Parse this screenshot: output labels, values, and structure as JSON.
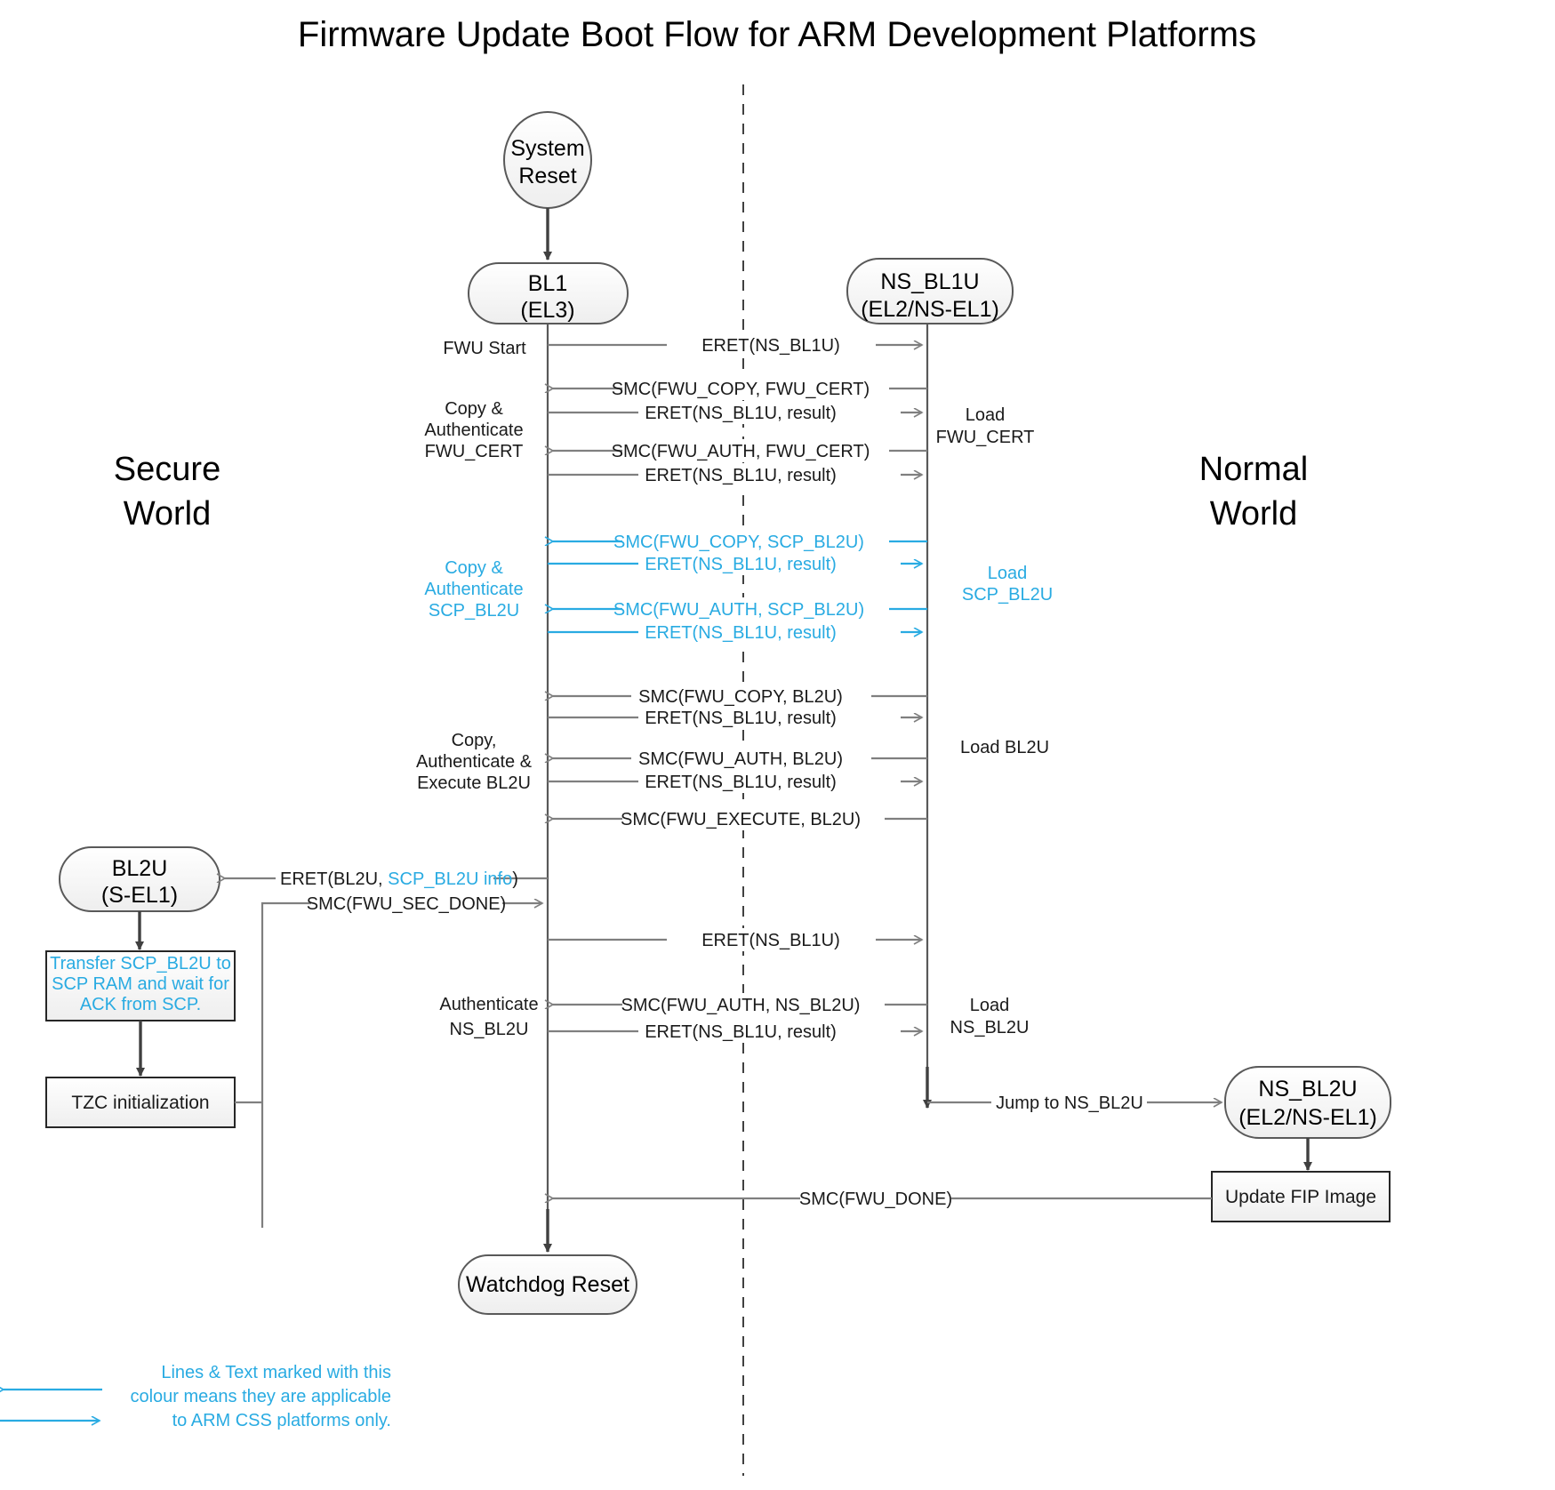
{
  "title": "Firmware Update Boot Flow for ARM Development Platforms",
  "colors": {
    "accent_cyan": "#29ABE2",
    "line_gray": "#7f7f7f",
    "node_stroke": "#595959",
    "text_black": "#1a1a1a"
  },
  "worlds": {
    "secure_line1": "Secure",
    "secure_line2": "World",
    "normal_line1": "Normal",
    "normal_line2": "World"
  },
  "nodes": {
    "system_reset": {
      "line1": "System",
      "line2": "Reset"
    },
    "bl1": {
      "line1": "BL1",
      "line2": "(EL3)"
    },
    "ns_bl1u": {
      "line1": "NS_BL1U",
      "line2": "(EL2/NS-EL1)"
    },
    "bl2u": {
      "line1": "BL2U",
      "line2": "(S-EL1)"
    },
    "ns_bl2u": {
      "line1": "NS_BL2U",
      "line2": "(EL2/NS-EL1)"
    },
    "watchdog": {
      "label": "Watchdog Reset"
    }
  },
  "boxes": {
    "transfer_scp": {
      "line1": "Transfer SCP_BL2U to",
      "line2": "SCP RAM and wait for",
      "line3": "ACK from SCP."
    },
    "tzc": {
      "label": "TZC initialization"
    },
    "update_fip": {
      "label": "Update FIP Image"
    }
  },
  "messages": [
    {
      "label": "ERET(NS_BL1U)",
      "dir": "right",
      "color": "black"
    },
    {
      "label": "SMC(FWU_COPY, FWU_CERT)",
      "dir": "left",
      "color": "black"
    },
    {
      "label": "ERET(NS_BL1U, result)",
      "dir": "right",
      "color": "black"
    },
    {
      "label": "SMC(FWU_AUTH, FWU_CERT)",
      "dir": "left",
      "color": "black"
    },
    {
      "label": "ERET(NS_BL1U, result)",
      "dir": "right",
      "color": "black"
    },
    {
      "label": "SMC(FWU_COPY, SCP_BL2U)",
      "dir": "left",
      "color": "cyan"
    },
    {
      "label": "ERET(NS_BL1U, result)",
      "dir": "right",
      "color": "cyan"
    },
    {
      "label": "SMC(FWU_AUTH, SCP_BL2U)",
      "dir": "left",
      "color": "cyan"
    },
    {
      "label": "ERET(NS_BL1U, result)",
      "dir": "right",
      "color": "cyan"
    },
    {
      "label": "SMC(FWU_COPY, BL2U)",
      "dir": "left",
      "color": "black"
    },
    {
      "label": "ERET(NS_BL1U, result)",
      "dir": "right",
      "color": "black"
    },
    {
      "label": "SMC(FWU_AUTH, BL2U)",
      "dir": "left",
      "color": "black"
    },
    {
      "label": "ERET(NS_BL1U, result)",
      "dir": "right",
      "color": "black"
    },
    {
      "label": "SMC(FWU_EXECUTE, BL2U)",
      "dir": "left",
      "color": "black"
    },
    {
      "label": "ERET(NS_BL1U)",
      "dir": "right",
      "color": "black"
    },
    {
      "label": "SMC(FWU_AUTH, NS_BL2U)",
      "dir": "left",
      "color": "black"
    },
    {
      "label": "ERET(NS_BL1U, result)",
      "dir": "right",
      "color": "black"
    }
  ],
  "eret_bl2u": {
    "prefix": "ERET(BL2U, ",
    "accent": "SCP_BL2U info",
    "suffix": ")"
  },
  "smc_fwu_sec_done": "SMC(FWU_SEC_DONE)",
  "jump_to_ns_bl2u": "Jump to NS_BL2U",
  "smc_fwu_done": "SMC(FWU_DONE)",
  "left_labels": [
    {
      "lines": [
        "FWU Start"
      ],
      "color": "black"
    },
    {
      "lines": [
        "Copy &",
        "Authenticate",
        "FWU_CERT"
      ],
      "color": "black"
    },
    {
      "lines": [
        "Copy &",
        "Authenticate",
        "SCP_BL2U"
      ],
      "color": "cyan"
    },
    {
      "lines": [
        "Copy,",
        "Authenticate &",
        "Execute BL2U"
      ],
      "color": "black"
    },
    {
      "lines": [
        "Authenticate",
        "NS_BL2U"
      ],
      "color": "black"
    }
  ],
  "right_labels": [
    {
      "lines": [
        "Load",
        "FWU_CERT"
      ],
      "color": "black"
    },
    {
      "lines": [
        "Load",
        "SCP_BL2U"
      ],
      "color": "cyan"
    },
    {
      "lines": [
        "Load BL2U"
      ],
      "color": "black"
    },
    {
      "lines": [
        "Load",
        "NS_BL2U"
      ],
      "color": "black"
    }
  ],
  "legend": {
    "line1": "Lines & Text marked with this",
    "line2": "colour means they are applicable",
    "line3": "to ARM CSS platforms only."
  }
}
